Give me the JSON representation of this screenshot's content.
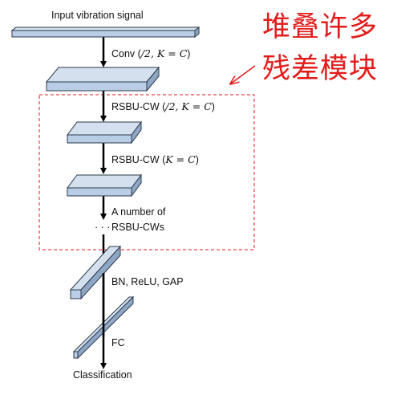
{
  "diagram": {
    "input_label": "Input vibration signal",
    "conv_label_prefix": "Conv (",
    "conv_label_math": "/2, K = C",
    "conv_label_suffix": ")",
    "rsbu1_label_prefix": "RSBU-CW (",
    "rsbu1_label_math": "/2, K = C",
    "rsbu1_label_suffix": ")",
    "rsbu2_label_prefix": "RSBU-CW (",
    "rsbu2_label_math": "K = C",
    "rsbu2_label_suffix": ")",
    "many_line1": "A number of",
    "many_dots": "· · ·",
    "many_line2": "RSBU-CWs",
    "bn_label": "BN, ReLU, GAP",
    "fc_label": "FC",
    "output_label": "Classification"
  },
  "annotation": {
    "line1": "堆叠许多",
    "line2": "残差模块",
    "color": "#e31b1b"
  },
  "colors": {
    "block_fill": "#b9cde5",
    "block_stroke": "#2a3a4a",
    "arrow": "#000000",
    "dashed_box": "#e31b1b"
  }
}
